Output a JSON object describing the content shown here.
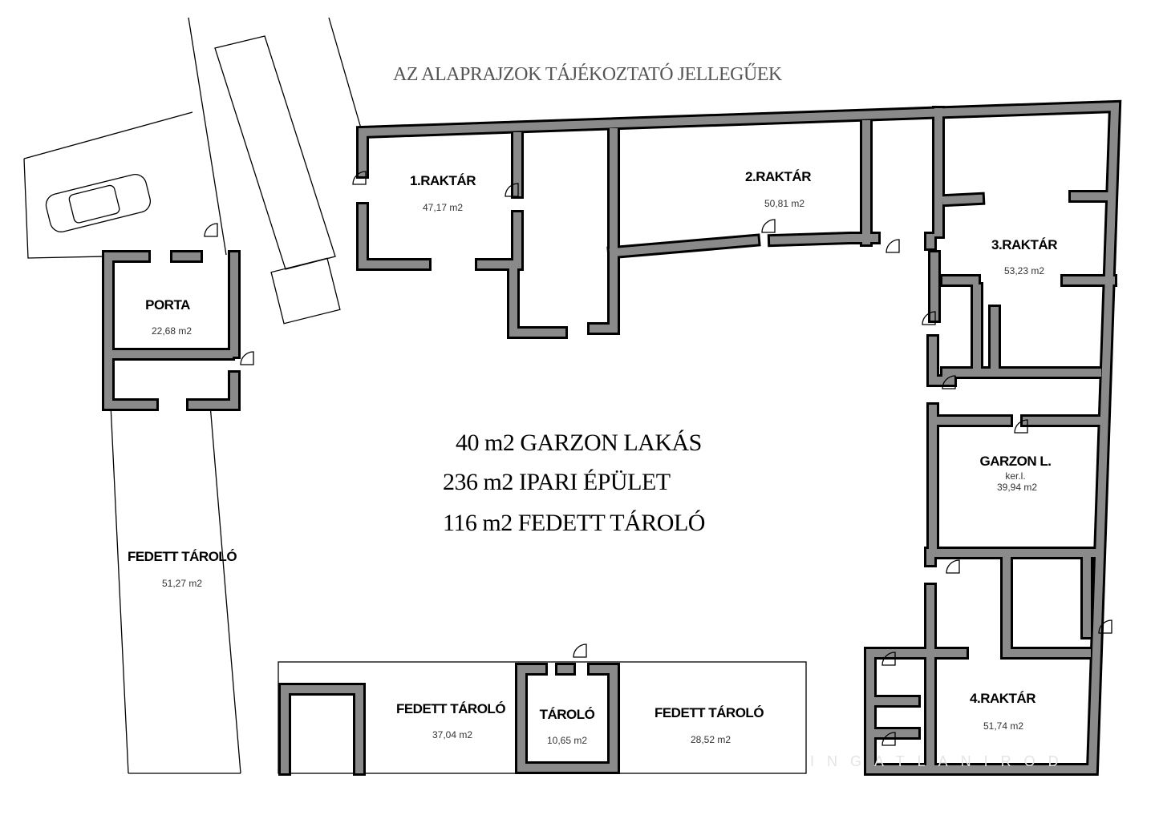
{
  "header": {
    "title": "AZ ALAPRAJZOK TÁJÉKOZTATÓ JELLEGŰEK"
  },
  "summary": [
    "40 m2 GARZON LAKÁS",
    "236 m2 IPARI ÉPÜLET",
    "116 m2 FEDETT TÁROLÓ"
  ],
  "rooms": [
    {
      "name": "1.RAKTÁR",
      "area": "47,17  m2"
    },
    {
      "name": "2.RAKTÁR",
      "area": "50,81  m2"
    },
    {
      "name": "3.RAKTÁR",
      "area": "53,23  m2"
    },
    {
      "name": "PORTA",
      "area": "22,68  m2"
    },
    {
      "name": "GARZON L.",
      "sub": "ker.l.",
      "area": "39,94  m2"
    },
    {
      "name": "FEDETT TÁROLÓ",
      "area": "51,27  m2"
    },
    {
      "name": "FEDETT TÁROLÓ",
      "area": "37,04  m2"
    },
    {
      "name": "TÁROLÓ",
      "area": "10,65  m2"
    },
    {
      "name": "FEDETT TÁROLÓ",
      "area": "28,52  m2"
    },
    {
      "name": "4.RAKTÁR",
      "area": "51,74  m2"
    }
  ],
  "watermark": "INGATLANIROD",
  "colors": {
    "wall": "#8a8a8a",
    "outline": "#000000"
  }
}
